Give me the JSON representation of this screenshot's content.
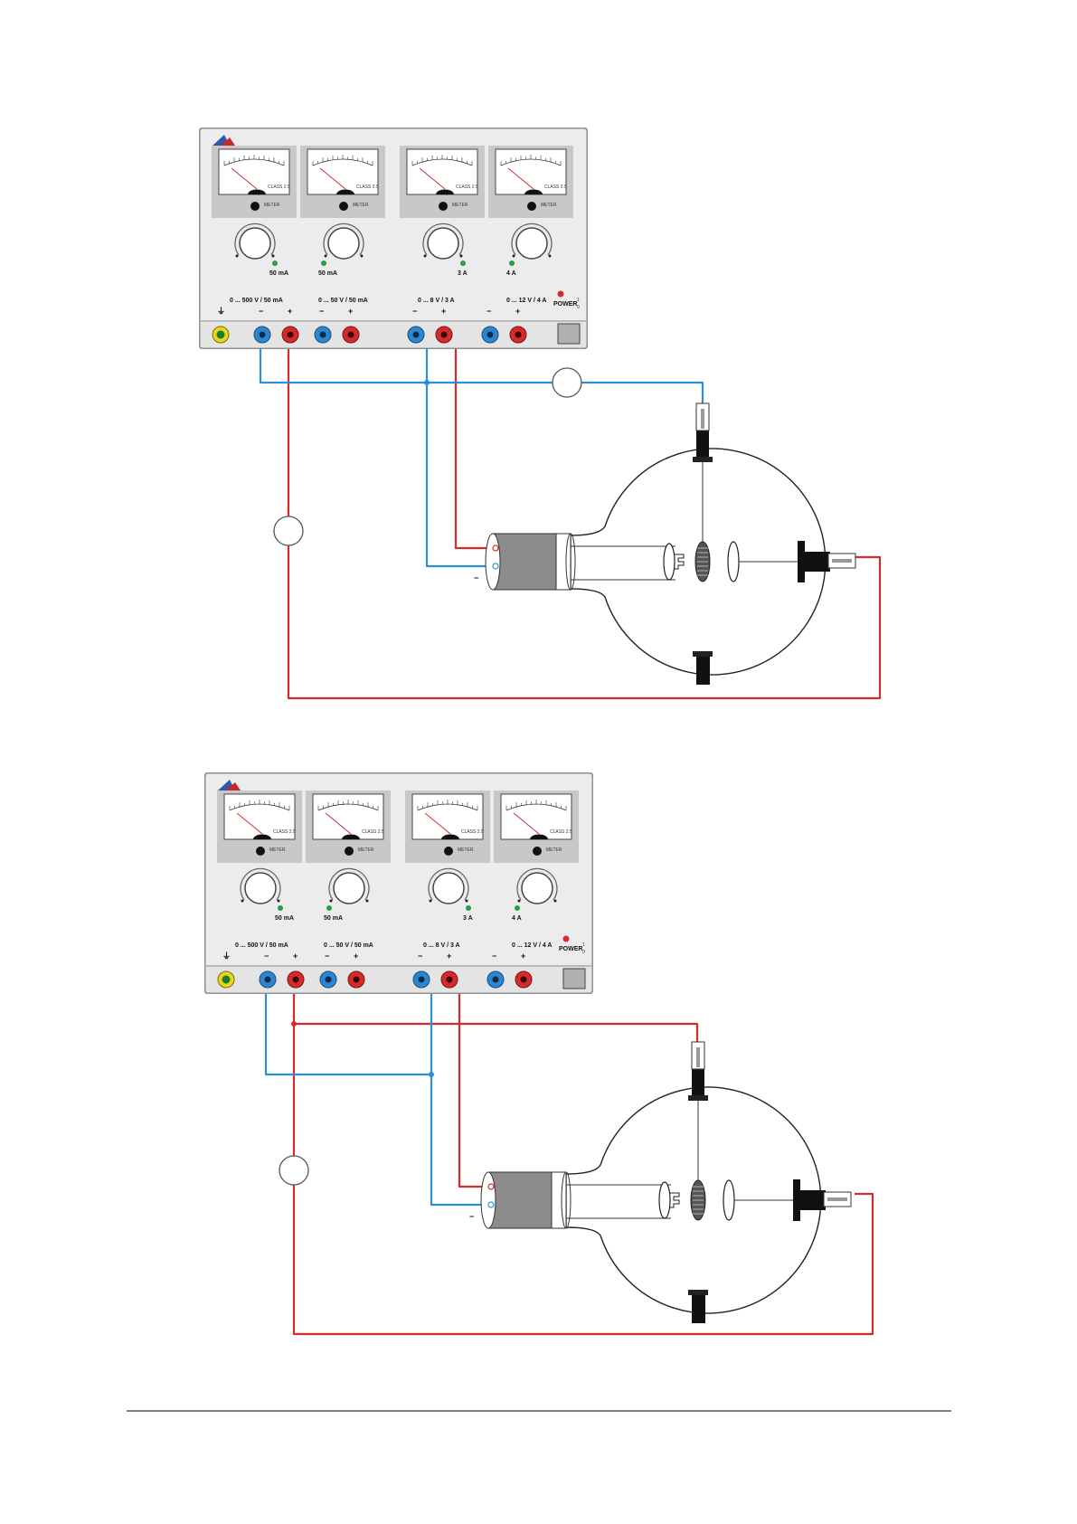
{
  "power_supply": {
    "channel_labels": [
      "0 ... 500 V / 50 mA",
      "0 ... 50 V / 50 mA",
      "0 ... 8 V / 3 A",
      "0 ... 12 V / 4 A"
    ],
    "limit_labels": [
      "50 mA",
      "50 mA",
      "3 A",
      "4 A"
    ],
    "minus_sign": "−",
    "plus_sign": "+",
    "power_label": "POWER",
    "switch_on": "1",
    "switch_off": "0",
    "meter_text": "CLASS 2.5",
    "meter_switch_text": "METER",
    "earth_symbol": "⏚"
  },
  "tube": {
    "minus_sign": "−"
  },
  "colors": {
    "red_wire": "#d52b2b",
    "blue_wire": "#2f8fd6",
    "socket_red": "#d42a2a",
    "socket_blue": "#2b86cf",
    "socket_yellow": "#e9d61b",
    "socket_green": "#1a7d2e",
    "panel": "#ececec",
    "meter_box": "#c8c8c8"
  }
}
